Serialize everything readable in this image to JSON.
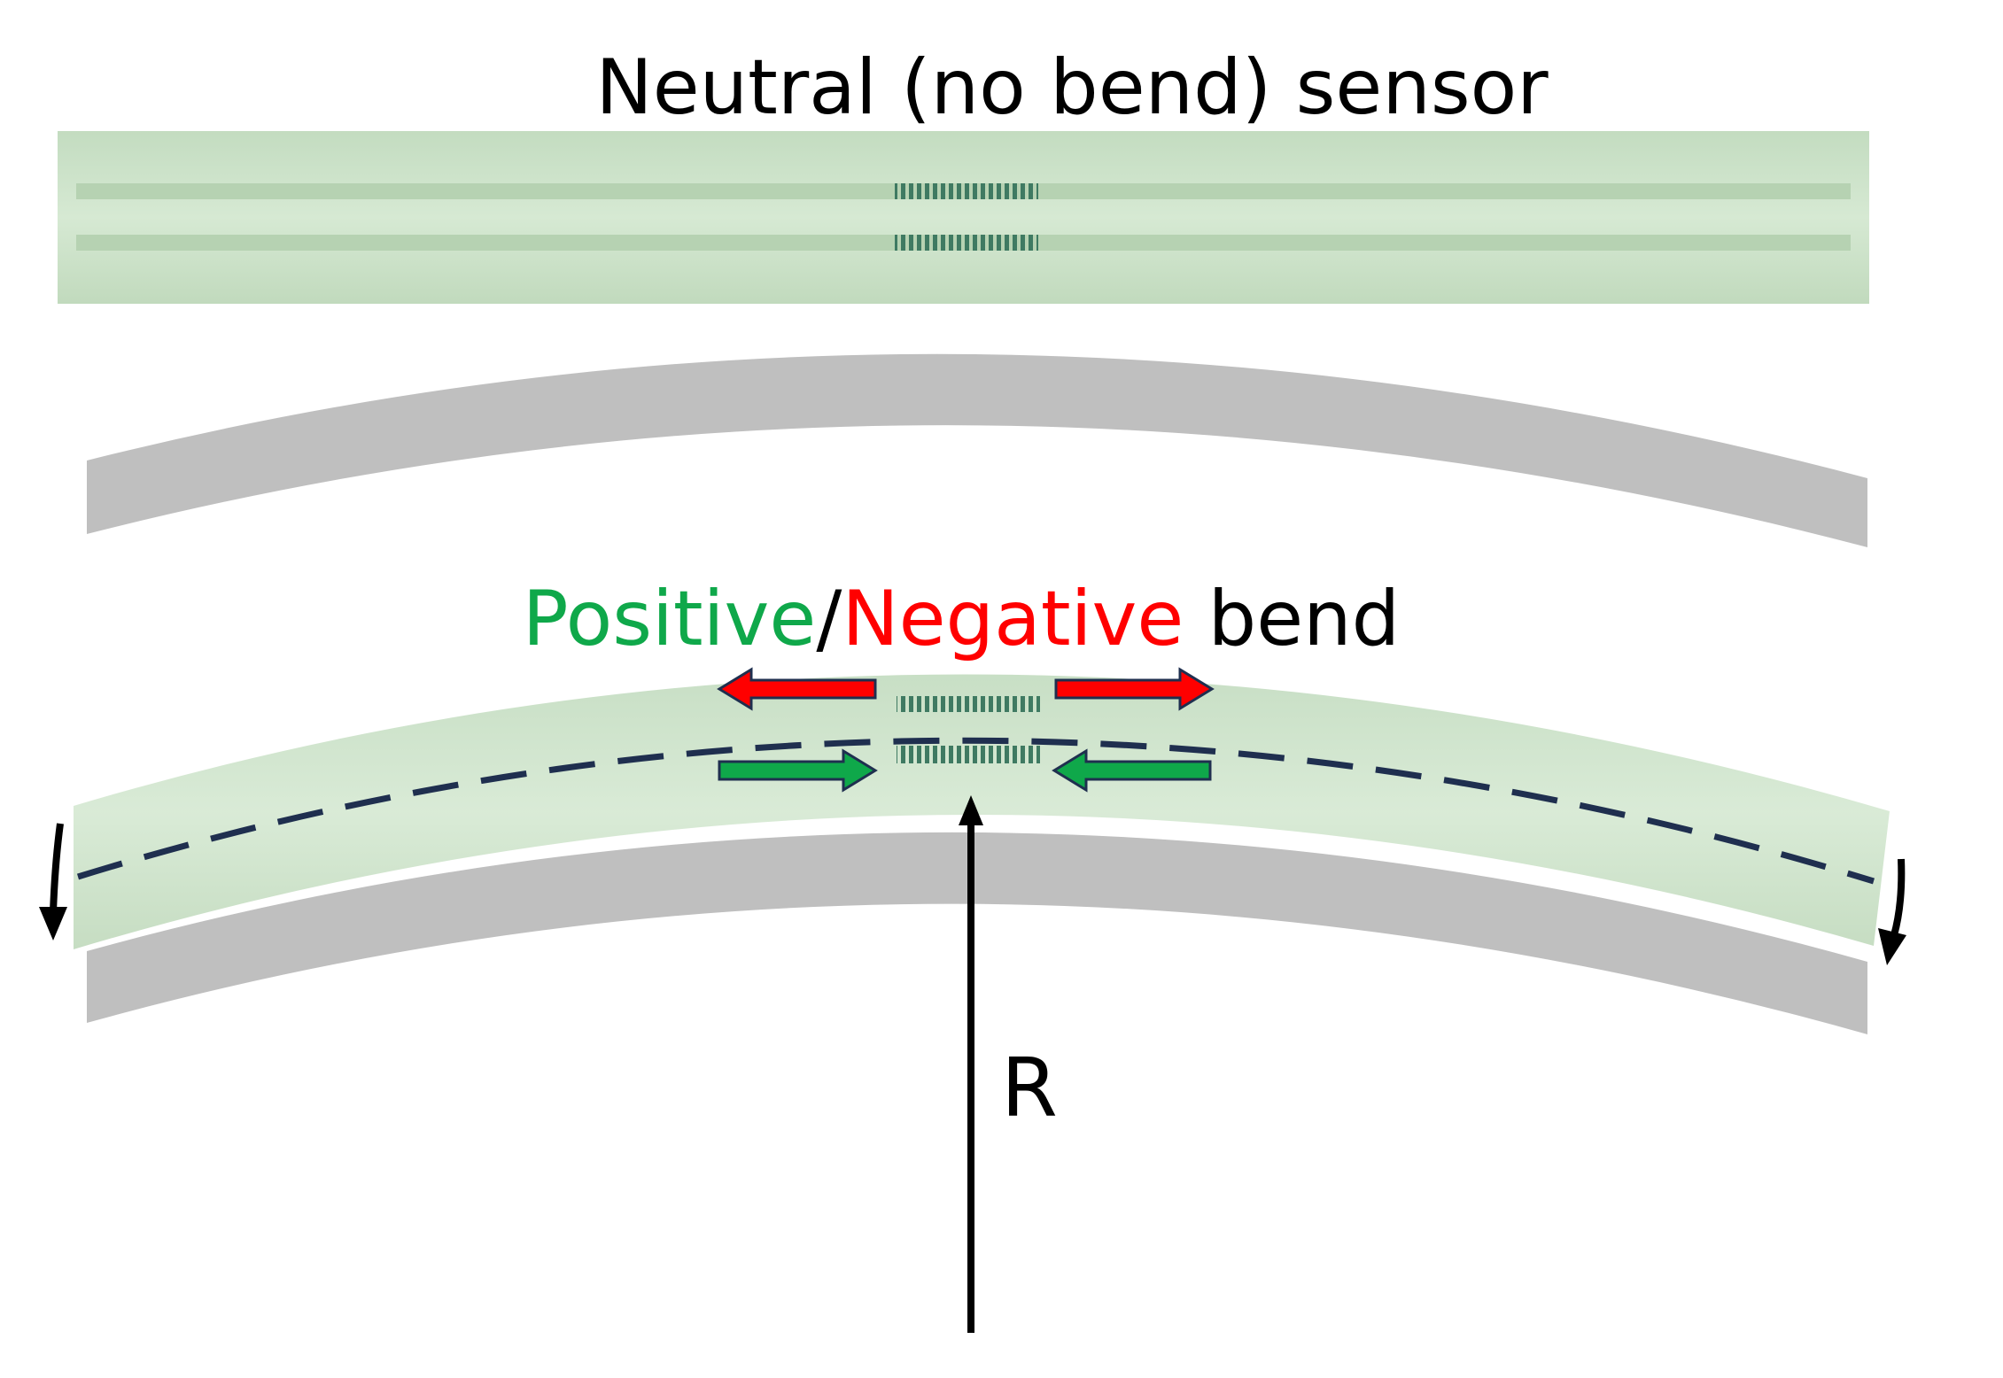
{
  "titles": {
    "neutral": "Neutral (no bend) sensor",
    "bend_positive": "Positive",
    "bend_slash": "/",
    "bend_negative": "Negative",
    "bend_suffix": " bend",
    "radius": "R"
  },
  "colors": {
    "sensor_fill": "#cfe3cc",
    "sensor_edge": "#b7d2b3",
    "core_line": "#b6d2b2",
    "grating": "#3f7a62",
    "substrate": "#bfbfbf",
    "positive": "#0fa84a",
    "negative": "#ff0000",
    "neutral_axis": "#1f2f4f",
    "text": "#000000"
  },
  "icons": {
    "tension_arrows": "red-double-outward-arrows",
    "compression_arrows": "green-inward-arrows",
    "rotation_arrows": "curved-down-arrows"
  }
}
